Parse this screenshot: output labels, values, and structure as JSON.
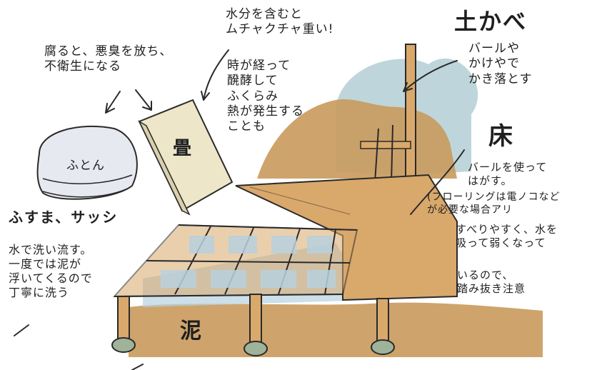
{
  "labels": {
    "futon": "ふとん",
    "tatami": "畳",
    "mud": "泥",
    "wall_title": "土かべ",
    "floor_title": "床",
    "fusuma": "ふすま、サッシ"
  },
  "notes": {
    "rot_smell": "腐ると、悪臭を放ち、\n不衛生になる",
    "tatami_water": "水分を含むと\nムチャクチャ重い!",
    "tatami_ferment": "時が経って\n醗酵して\nふくらみ\n熱が発生する\nことも",
    "wall_note": "バールや\nかけやで\nかき落とす",
    "floor_note": "バールを使って\nはがす。",
    "floor_saw": "(フローリングは電ノコなど\nが必要な場合アリ",
    "floor_slip": "すべりやすく、水を\n吸って弱くなって",
    "floor_warn": "いるので、\n踏み抜き注意",
    "fusuma_note": "水で洗い流す。\n一度では泥が\n浮いてくるので\n丁寧に洗う"
  },
  "icons": [
    "futon-illustration",
    "tatami-illustration",
    "floor-frame-illustration",
    "wall-illustration",
    "arrow-icon"
  ],
  "colors": {
    "wood": "#d9a86b",
    "mud": "#c99a5c",
    "sky": "#a8c8cf",
    "water": "#b8d1de",
    "ink": "#2a2a2a",
    "tatami": "#ede6c8"
  }
}
